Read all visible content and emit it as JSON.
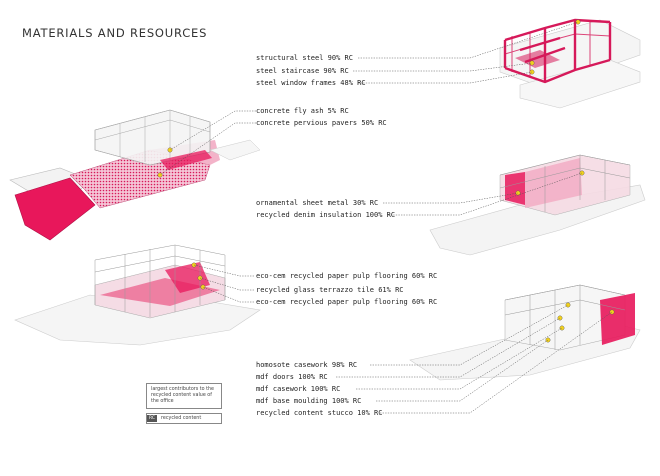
{
  "page_title": "MATERIALS AND RESOURCES",
  "group1": {
    "labels": [
      "structural steel 90% RC",
      "steel staircase 90% RC",
      "steel window frames 48% RC"
    ]
  },
  "group2": {
    "labels": [
      "concrete fly ash 5% RC",
      "concrete pervious pavers 50% RC"
    ]
  },
  "group3": {
    "labels": [
      "ornamental sheet metal 30% RC",
      "recycled denim insulation 100% RC"
    ]
  },
  "group4": {
    "labels": [
      "eco-cem recycled paper pulp flooring 60% RC",
      "recycled glass terrazzo tile 61% RC",
      "eco-cem recycled paper pulp flooring 60% RC"
    ]
  },
  "group5": {
    "labels": [
      "homosote casework 98% RC",
      "mdf doors 100% RC",
      "mdf casework 100% RC",
      "mdf base moulding 100% RC",
      "recycled content stucco 10% RC"
    ]
  },
  "legend": {
    "description": "largest contributors to the recycled content value of the office",
    "badge": "RC",
    "badge_label": "recycled content"
  },
  "colors": {
    "accent": "#d6195a",
    "accent_light": "#f2a3bd",
    "marker": "#f3d21c"
  }
}
